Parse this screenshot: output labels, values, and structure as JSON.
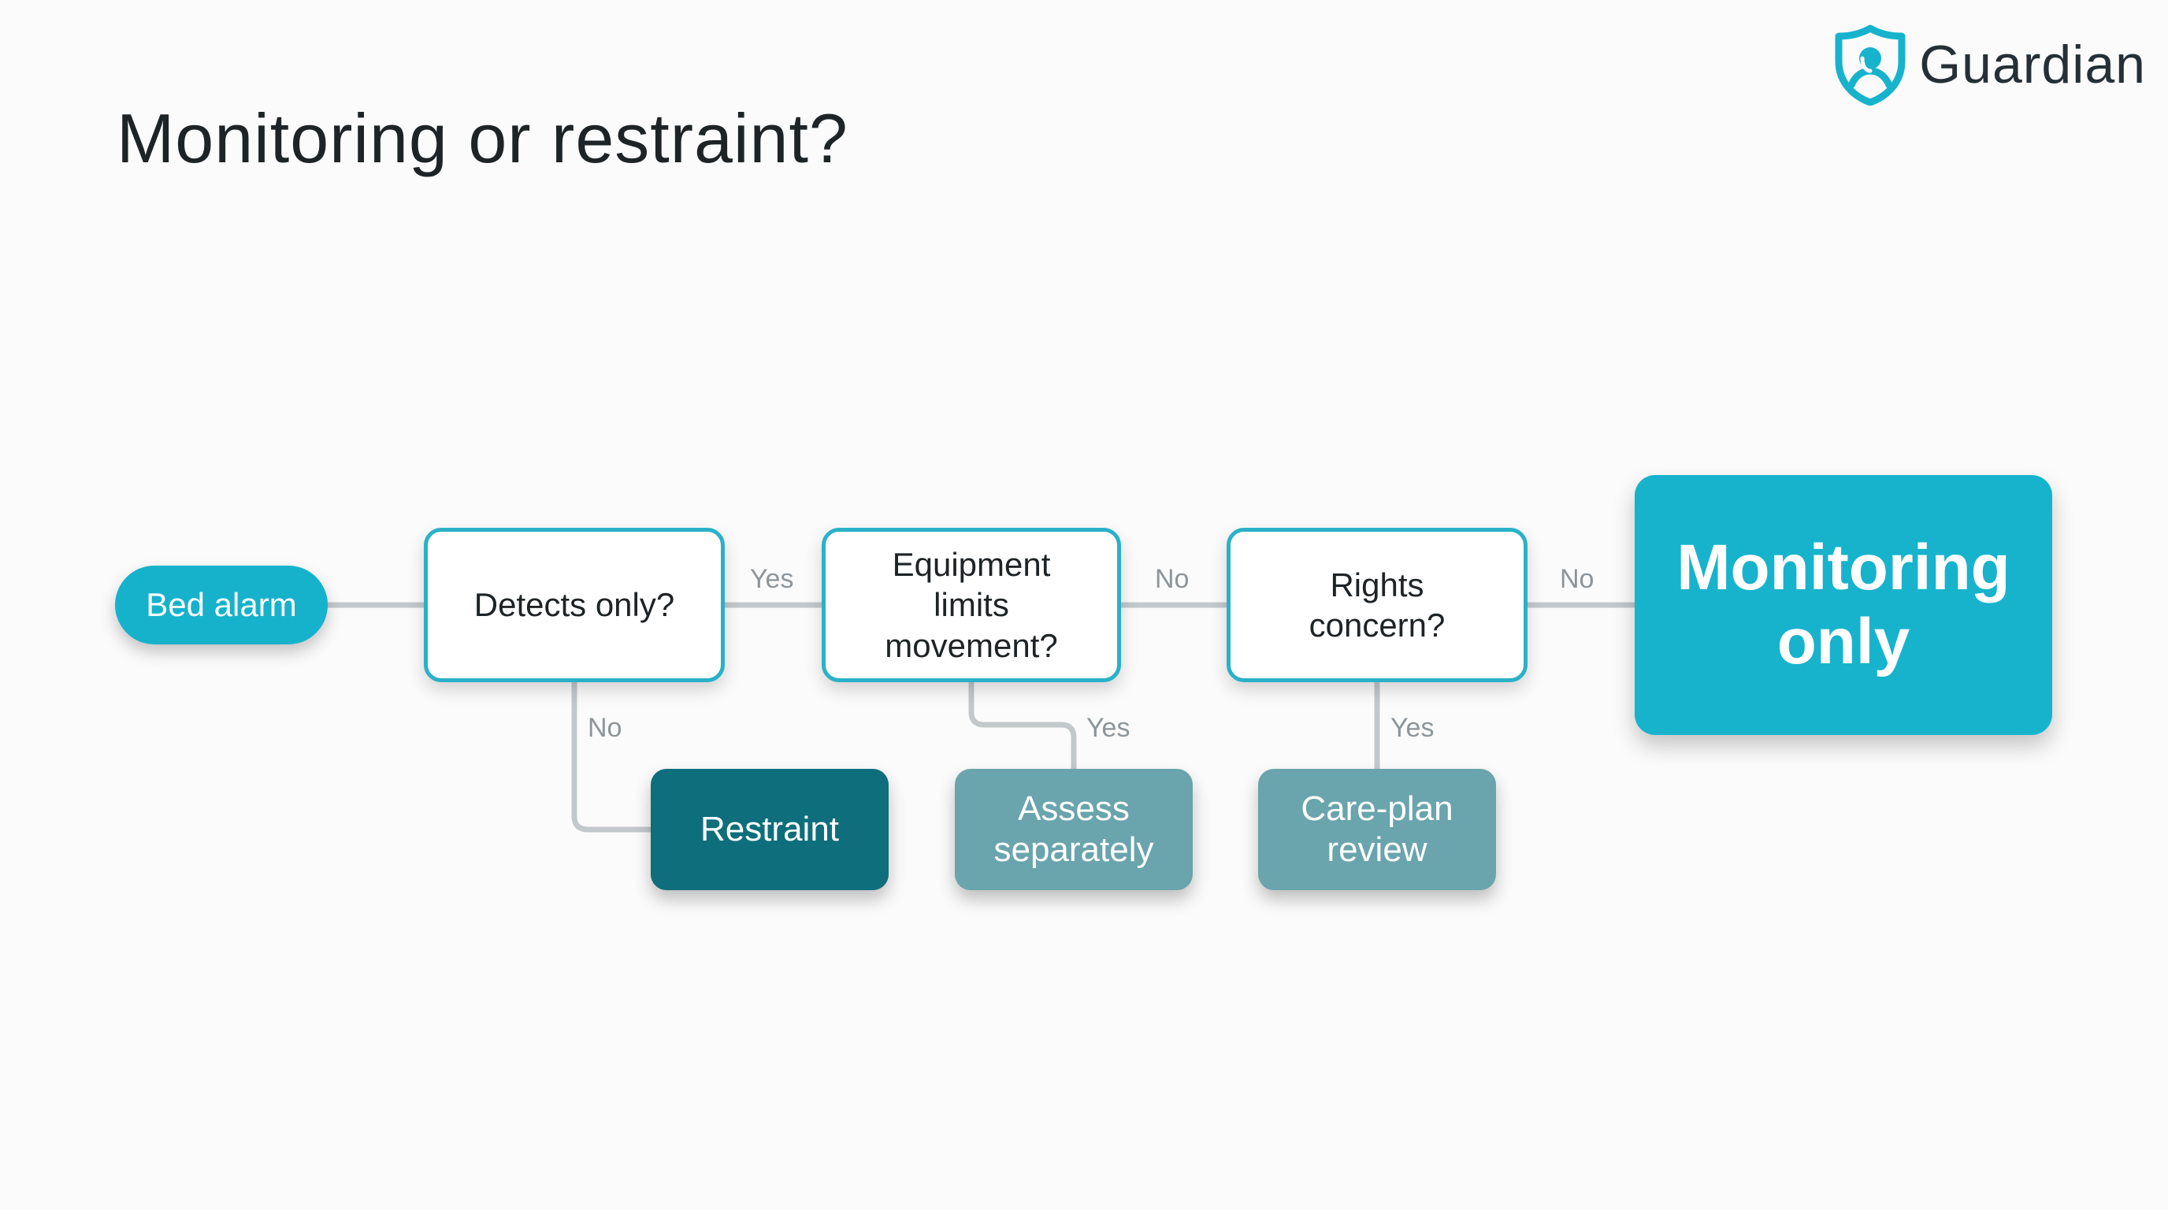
{
  "title": "Monitoring or restraint?",
  "brand": {
    "name": "Guardian",
    "logo_icon": "shield-person-icon",
    "logo_color": "#17b3cd"
  },
  "colors": {
    "accent": "#17b3cd",
    "decision_border": "#2ab1c8",
    "restraint": "#0e6e7c",
    "secondary_outcome": "#6aa4ad",
    "connector": "#c3c8cb"
  },
  "flow": {
    "start": "Bed alarm",
    "decisions": [
      {
        "label": "Detects only?",
        "pass_label": "Yes",
        "branch_label": "No"
      },
      {
        "label": "Equipment\nlimits\nmovement?",
        "pass_label": "No",
        "branch_label": "Yes"
      },
      {
        "label": "Rights\nconcern?",
        "pass_label": "No",
        "branch_label": "Yes"
      }
    ],
    "final": "Monitoring\nonly",
    "outcomes": [
      {
        "label": "Restraint"
      },
      {
        "label": "Assess\nseparately"
      },
      {
        "label": "Care-plan\nreview"
      }
    ]
  }
}
